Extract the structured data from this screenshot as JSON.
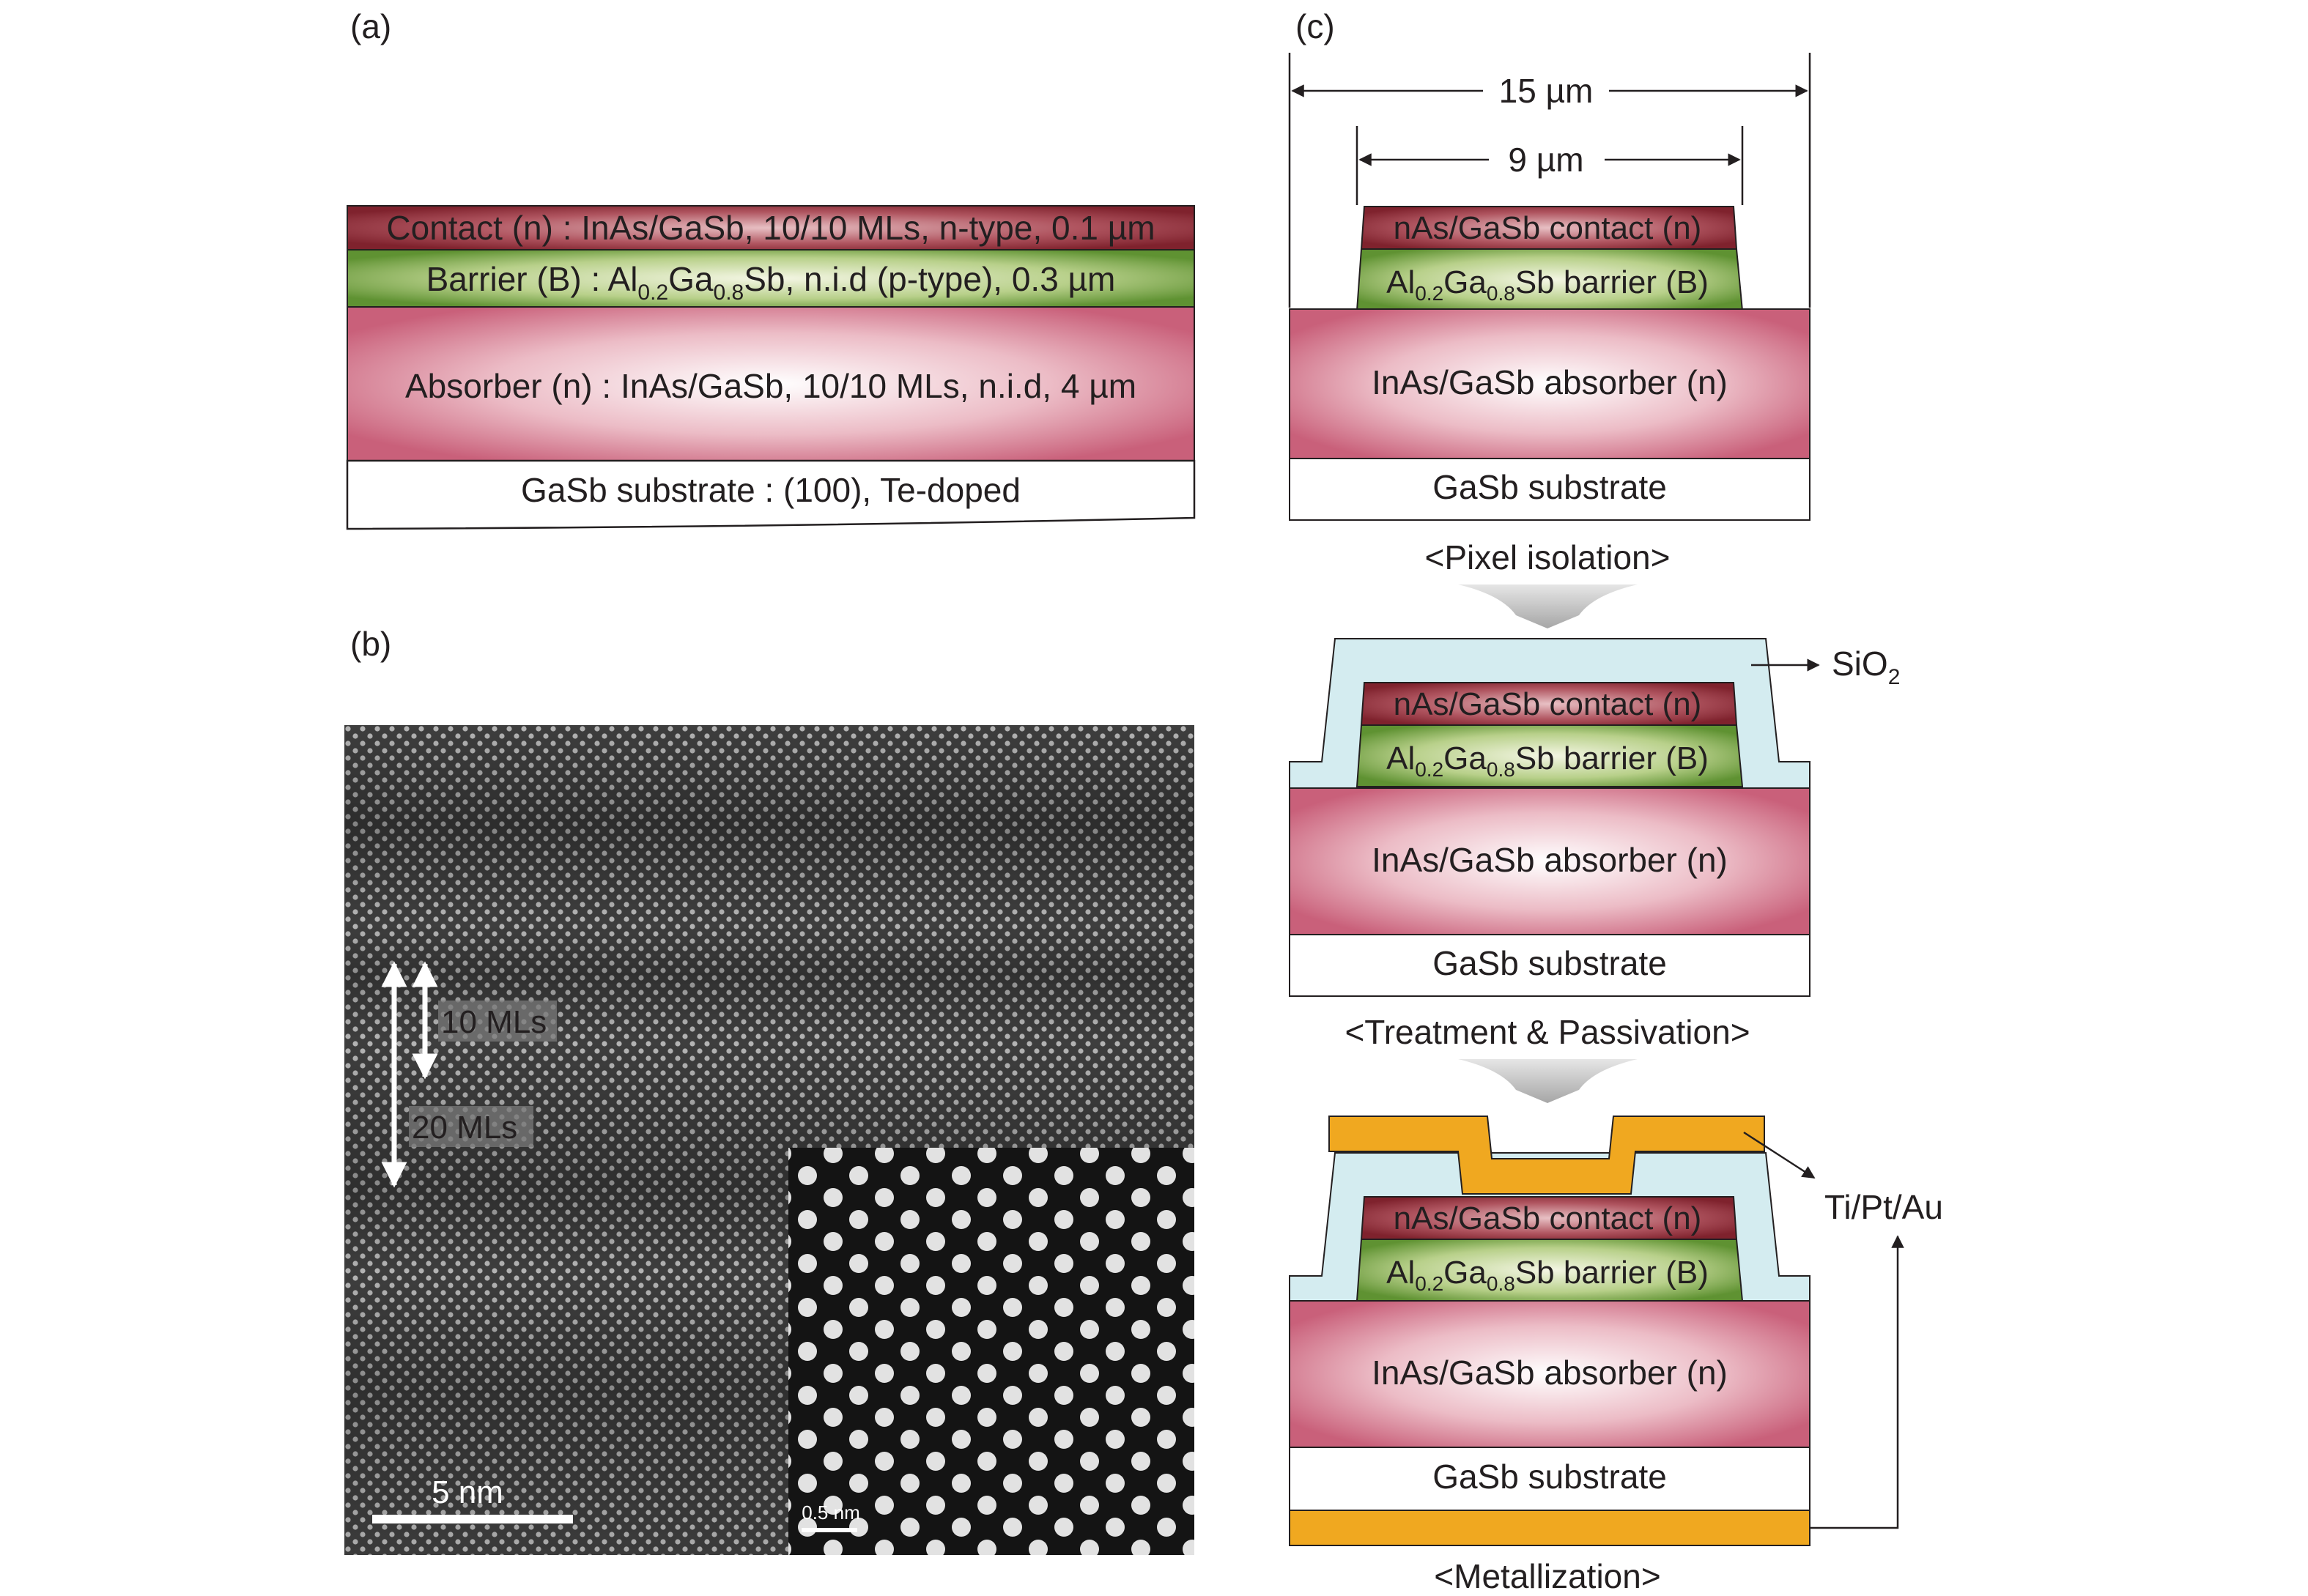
{
  "panels": {
    "a": {
      "label": "(a)",
      "contact": {
        "text": "Contact (n) : InAs/GaSb, 10/10 MLs, n-type, 0.1 µm"
      },
      "barrier": {
        "pre": "Barrier (B) : Al",
        "sub1": "0.2",
        "mid": "Ga",
        "sub2": "0.8",
        "post": "Sb, n.i.d (p-type), 0.3 µm"
      },
      "absorber": {
        "text": "Absorber (n) : InAs/GaSb, 10/10 MLs, n.i.d, 4 µm"
      },
      "substrate": {
        "text": "GaSb substrate : (100), Te-doped"
      }
    },
    "b": {
      "label": "(b)",
      "arrow_10": "10 MLs",
      "arrow_20": "20 MLs",
      "scalebar": "5 nm",
      "inset_scalebar": "0.5 nm"
    },
    "c": {
      "label": "(c)",
      "dim_15": "15 µm",
      "dim_9": "9 µm",
      "contact": "nAs/GaSb contact (n)",
      "barrier": {
        "pre": "Al",
        "sub1": "0.2",
        "mid": "Ga",
        "sub2": "0.8",
        "post": "Sb barrier (B)"
      },
      "absorber": "InAs/GaSb absorber (n)",
      "substrate": "GaSb substrate",
      "step1": "<Pixel isolation>",
      "step2": "<Treatment & Passivation>",
      "step3": "<Metallization>",
      "sio2": {
        "pre": "SiO",
        "sub": "2"
      },
      "metal": "Ti/Pt/Au"
    }
  },
  "colors": {
    "contact": "#8c2a33",
    "barrier": "#6e9d3c",
    "absorber": "#cf6b7d",
    "sio2": "#d4ecf0",
    "metal": "#f0a820",
    "tem_dark": "#3a3a3a"
  }
}
